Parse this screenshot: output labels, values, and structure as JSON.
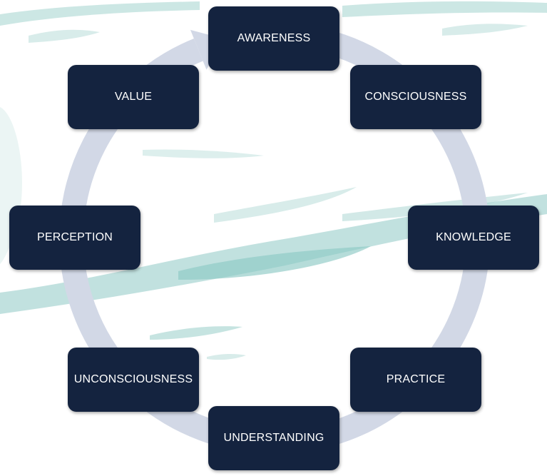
{
  "diagram": {
    "colors": {
      "node_fill": "#14233f",
      "node_text": "#ffffff",
      "ring": "#d2d8e6",
      "backdrop_wash": "#8ec9c4"
    },
    "nodes": [
      {
        "label": "AWARENESS"
      },
      {
        "label": "CONSCIOUSNESS"
      },
      {
        "label": "KNOWLEDGE"
      },
      {
        "label": "PRACTICE"
      },
      {
        "label": "UNDERSTANDING"
      },
      {
        "label": "UNCONSCIOUSNESS"
      },
      {
        "label": "PERCEPTION"
      },
      {
        "label": "VALUE"
      }
    ],
    "edges": [
      {
        "from": "AWARENESS",
        "to": "CONSCIOUSNESS"
      },
      {
        "from": "CONSCIOUSNESS",
        "to": "KNOWLEDGE"
      },
      {
        "from": "KNOWLEDGE",
        "to": "PRACTICE"
      },
      {
        "from": "PRACTICE",
        "to": "UNDERSTANDING"
      },
      {
        "from": "UNDERSTANDING",
        "to": "UNCONSCIOUSNESS"
      },
      {
        "from": "UNCONSCIOUSNESS",
        "to": "PERCEPTION"
      },
      {
        "from": "PERCEPTION",
        "to": "VALUE"
      },
      {
        "from": "VALUE",
        "to": "AWARENESS"
      }
    ],
    "direction": "clockwise"
  }
}
